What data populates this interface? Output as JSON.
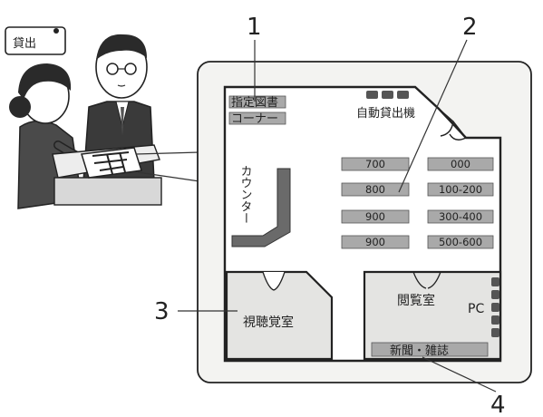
{
  "sign": "貸出",
  "callouts": [
    "1",
    "2",
    "3",
    "4"
  ],
  "areas": {
    "designated_books": [
      "指定図書",
      "コーナー"
    ],
    "self_checkout": "自動貸出機",
    "counter": "カウンター",
    "av_room": "視聴覚室",
    "reading_room": "閲覧室",
    "pc": "PC",
    "newspapers": "新聞・雑誌"
  },
  "shelves_left": [
    "700",
    "800",
    "900",
    "900"
  ],
  "shelves_right": [
    "000",
    "100-200",
    "300-400",
    "500-600"
  ],
  "colors": {
    "shelf_fill": "#a9a9a9",
    "room_fill": "#e4e4e2",
    "counter_fill": "#6a6a6a",
    "frame_bg": "#f3f3f1",
    "hair": "#2a2a2a",
    "skin": "#f4f4f2"
  }
}
